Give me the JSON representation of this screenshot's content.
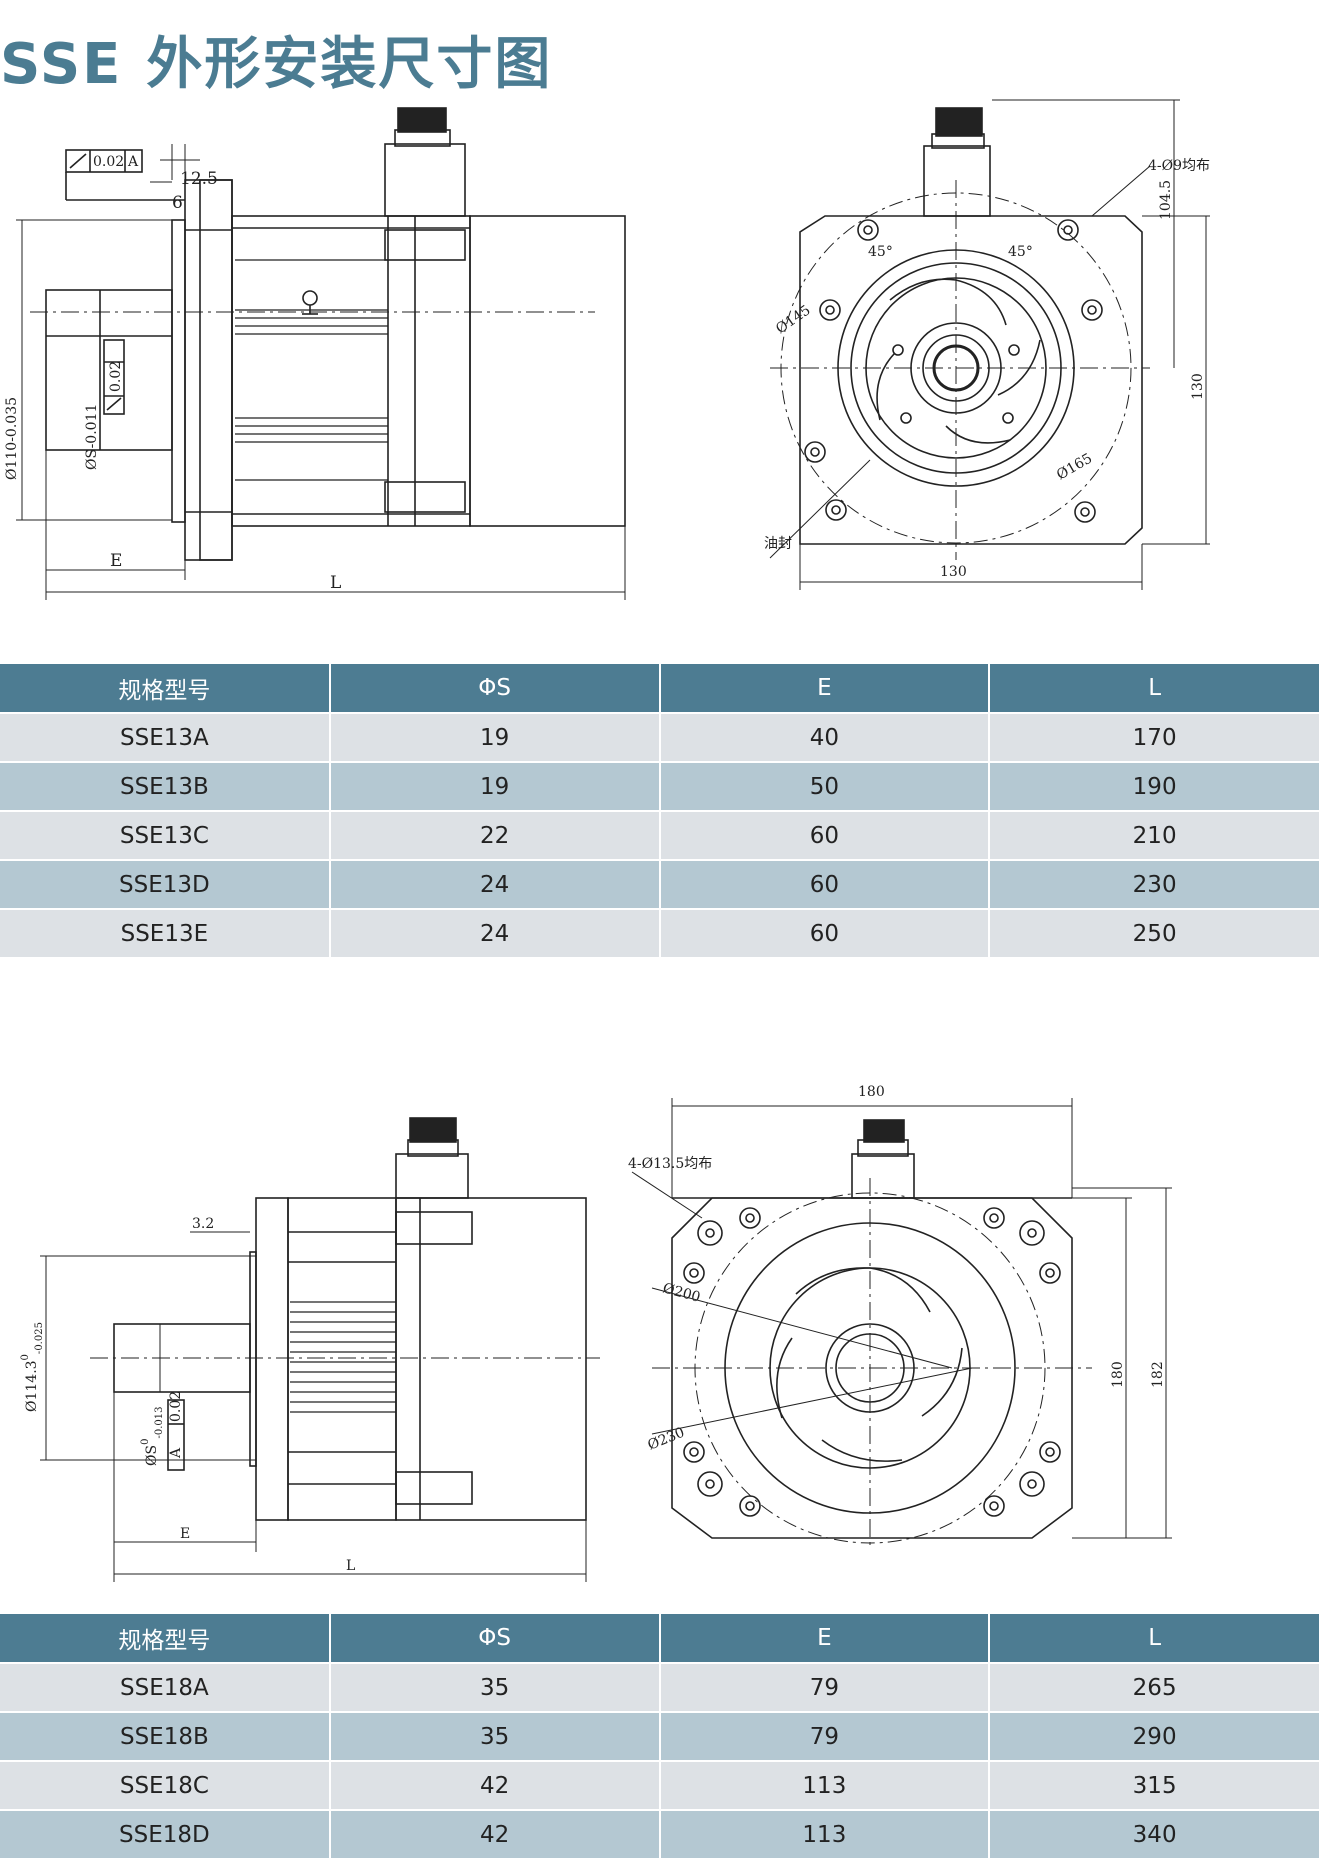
{
  "title": {
    "series": "SSE",
    "text": "外形安装尺寸图"
  },
  "drawing1": {
    "side": {
      "dim_12_5": "12.5",
      "dim_6": "6",
      "tol": "0.02",
      "datum": "A",
      "dia": "Ø110-0.035",
      "shaft": "ØS-0.011",
      "shaft_tol": "0.02",
      "E": "E",
      "L": "L"
    },
    "front": {
      "holes": "4-Ø9均布",
      "ang1": "45°",
      "ang2": "45°",
      "pcd": "Ø145",
      "outer": "Ø165",
      "h1": "104.5",
      "h2": "130",
      "w": "130",
      "seal": "油封"
    }
  },
  "drawing2": {
    "side": {
      "dim_3_2": "3.2",
      "dia": "Ø114.3",
      "dia_sup": "0",
      "dia_sub": "-0.025",
      "shaft": "ØS",
      "shaft_sup": "0",
      "shaft_sub": "-0.013",
      "tol": "0.02",
      "datum": "A",
      "E": "E",
      "L": "L"
    },
    "front": {
      "w": "180",
      "holes": "4-Ø13.5均布",
      "pcd": "Ø200",
      "outer": "Ø230",
      "h1": "180",
      "h2": "182"
    }
  },
  "table1": {
    "headers": [
      "规格型号",
      "ΦS",
      "E",
      "L"
    ],
    "rows": [
      [
        "SSE13A",
        "19",
        "40",
        "170"
      ],
      [
        "SSE13B",
        "19",
        "50",
        "190"
      ],
      [
        "SSE13C",
        "22",
        "60",
        "210"
      ],
      [
        "SSE13D",
        "24",
        "60",
        "230"
      ],
      [
        "SSE13E",
        "24",
        "60",
        "250"
      ]
    ]
  },
  "table2": {
    "headers": [
      "规格型号",
      "ΦS",
      "E",
      "L"
    ],
    "rows": [
      [
        "SSE18A",
        "35",
        "79",
        "265"
      ],
      [
        "SSE18B",
        "35",
        "79",
        "290"
      ],
      [
        "SSE18C",
        "42",
        "113",
        "315"
      ],
      [
        "SSE18D",
        "42",
        "113",
        "340"
      ]
    ]
  }
}
